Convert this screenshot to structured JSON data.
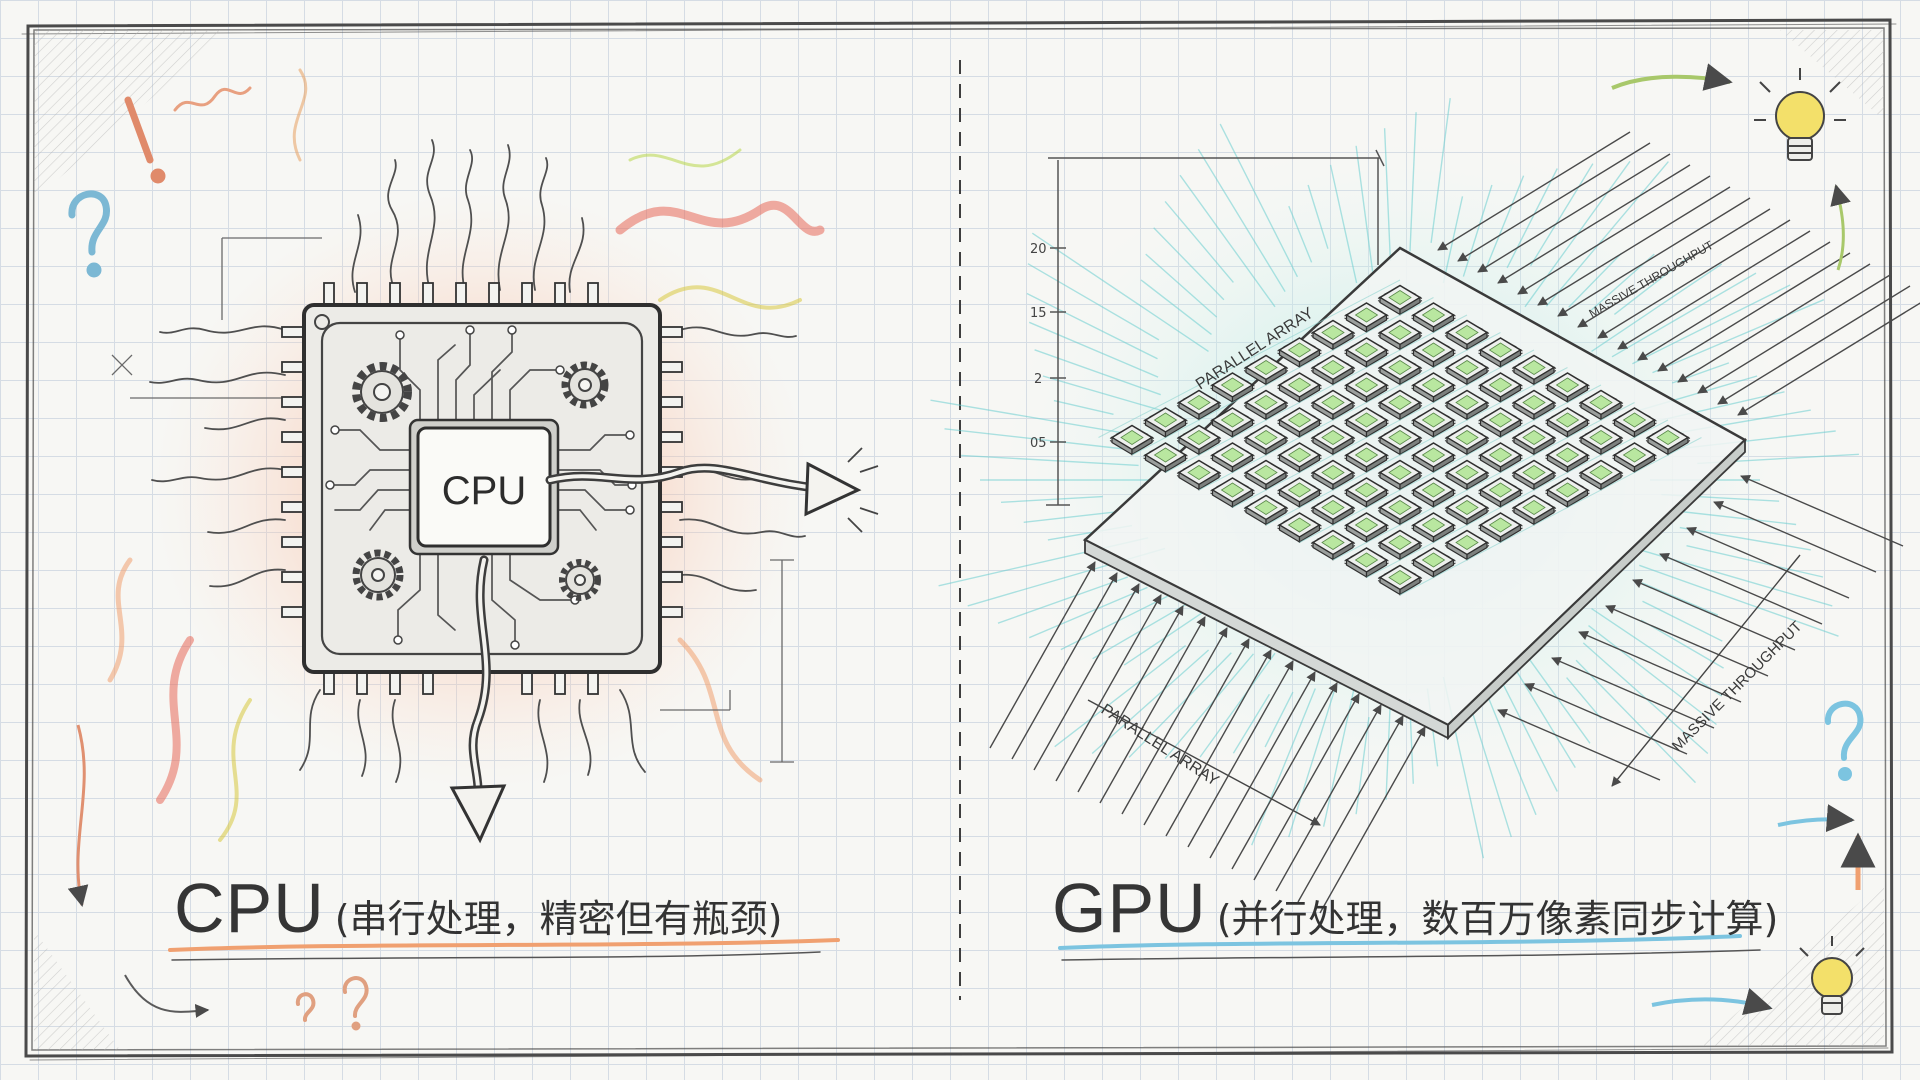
{
  "cpu_panel": {
    "chip_label": "CPU",
    "caption_main": "CPU",
    "caption_detail": "(串行处理，精密但有瓶颈)"
  },
  "gpu_panel": {
    "caption_main": "GPU",
    "caption_detail": "(并行处理，数百万像素同步计算)",
    "label_parallel_top": "PARALLEL ARRAY",
    "label_parallel_bottom": "PARALLEL ARRAY",
    "label_throughput_top": "MASSIVE THROUGHPUT",
    "label_throughput_right": "MASSIVE THROUGHPUT",
    "axis_ticks": [
      "20",
      "15",
      "2",
      "05"
    ]
  },
  "colors": {
    "cpu_heat": "#f08a6a",
    "gpu_glow": "#7fd6d8",
    "pencil": "#3a3a3a",
    "accent_yellow": "#e8d24a",
    "accent_blue": "#7cc4e0",
    "accent_orange": "#f0a070"
  },
  "icons": [
    "exclamation-icon",
    "question-icon",
    "lightbulb-icon",
    "arrow-icon"
  ]
}
